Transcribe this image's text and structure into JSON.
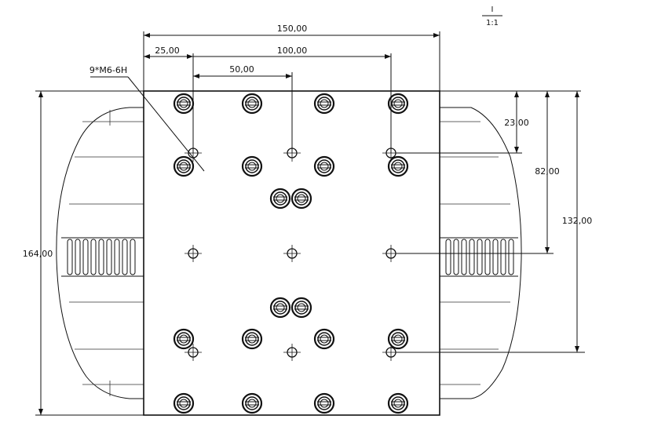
{
  "drawing": {
    "scale_view_label": "I",
    "scale_ratio": "1:1",
    "dimensions": {
      "overall_width": "150,00",
      "offset_left": "25,00",
      "hole_span": "100,00",
      "center_offset": "50,00",
      "height_total": "164,00",
      "edge_offset_top": "23,00",
      "mid_height": "82,00",
      "hole_vertical_span": "132,00"
    },
    "thread_callout": "9*M6-6H"
  }
}
